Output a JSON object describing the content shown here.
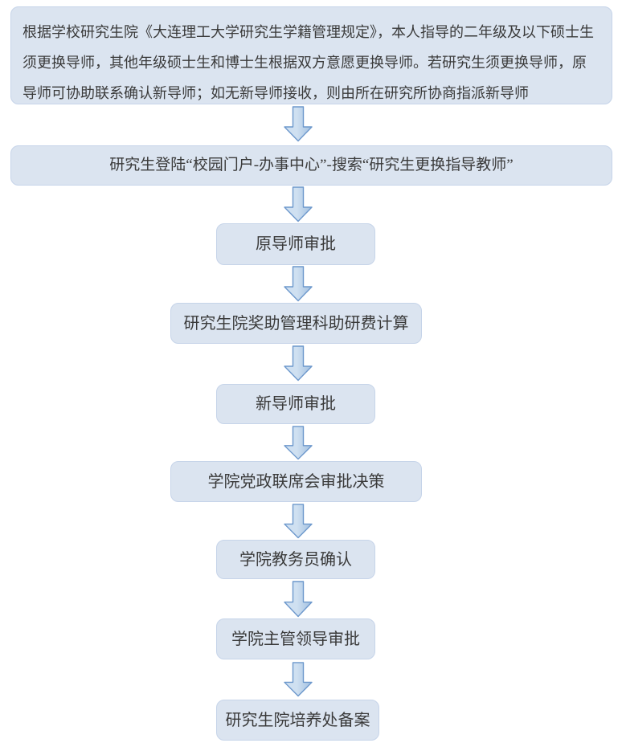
{
  "flowchart": {
    "intro": "根据学校研究生院《大连理工大学研究生学籍管理规定》，本人指导的二年级及以下硕士生须更换导师，其他年级硕士生和博士生根据双方意愿更换导师。若研究生须更换导师，原导师可协助联系确认新导师；如无新导师接收，则由所在研究所协商指派新导师",
    "steps": [
      {
        "label": "研究生登陆“校园门户-办事中心”-搜索“研究生更换指导教师”"
      },
      {
        "label": "原导师审批"
      },
      {
        "label": "研究生院奖助管理科助研费计算"
      },
      {
        "label": "新导师审批"
      },
      {
        "label": "学院党政联席会审批决策"
      },
      {
        "label": "学院教务员确认"
      },
      {
        "label": "学院主管领导审批"
      },
      {
        "label": "研究生院培养处备案"
      }
    ]
  },
  "colors": {
    "box_fill": "#dbe4f0",
    "box_border": "#c6d4e9",
    "arrow_fill_light": "#cfe0f1",
    "arrow_fill_dark": "#a2c0e0",
    "arrow_stroke": "#6d98cc",
    "text": "#3a3a3a"
  }
}
